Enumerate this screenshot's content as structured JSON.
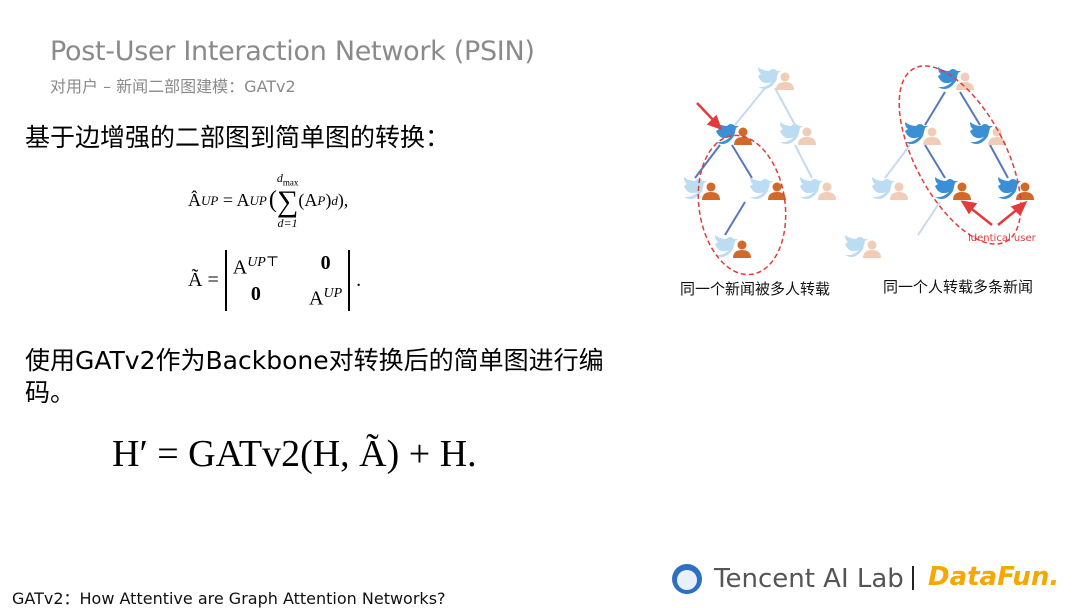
{
  "slide": {
    "title": "Post-User Interaction Network (PSIN)",
    "subtitle": "对用户 – 新闻二部图建模：GATv2",
    "heading": "基于边增强的二部图到简单图的转换：",
    "body": "使用GATv2作为Backbone对转换后的简单图进行编码。",
    "citation": "GATv2：How Attentive are Graph Attention Networks?"
  },
  "formulas": {
    "f1_lhs": "Â",
    "f1_lhs_sup": "UP",
    "f1_eq": " = A",
    "f1_sup": "UP",
    "f1_sum_top": "d",
    "f1_sum_top_sub": "max",
    "f1_sum_bottom": "d=1",
    "f1_rest": "(A",
    "f1_rest_sup": "P",
    "f1_rest2": ")",
    "f1_rest2_sup": "d",
    "f1_end": "),",
    "f2_lhs": "Ã =",
    "f2_a11": "A",
    "f2_a11_sup": "UP⊤",
    "f2_a12": "0",
    "f2_a21": "0",
    "f2_a22": "A",
    "f2_a22_sup": "UP",
    "f2_end": ".",
    "f3": "H′ = GATv2(H, Ã) + H."
  },
  "figure": {
    "caption_left": "同一个新闻被多人转载",
    "caption_right": "同一个人转载多条新闻",
    "annotation": "identical user",
    "colors": {
      "news": "#3b8fd4",
      "news_faded": "#bcdcf2",
      "user": "#d0692a",
      "user_faded": "#f0cdb8",
      "highlight": "#e23b3b"
    }
  },
  "logos": {
    "tencent": "Tencent AI Lab",
    "datafun": "DataFun."
  }
}
